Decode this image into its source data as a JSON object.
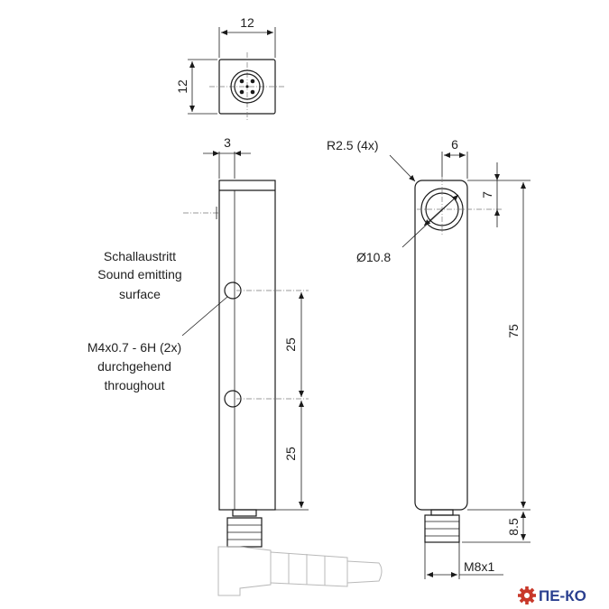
{
  "dimensions": {
    "top_width": "12",
    "top_height": "12",
    "side_offset": "3",
    "front_hole_offset": "6",
    "front_top_offset": "7",
    "hole_spacing_1": "25",
    "hole_spacing_2": "25",
    "body_length": "75",
    "connector_length": "8.5",
    "hole_diameter": "Ø10.8",
    "corner_radius": "R2.5 (4x)",
    "connector_thread": "M8x1"
  },
  "labels": {
    "sound_line1": "Schallaustritt",
    "sound_line2": "Sound emitting",
    "sound_line3": "surface",
    "thread_line1": "M4x0.7 - 6H (2x)",
    "thread_line2": "durchgehend",
    "thread_line3": "throughout"
  },
  "logo": {
    "text": "ПЕ-КО",
    "color": "#2a3f8f",
    "gear_color": "#c8382a"
  }
}
